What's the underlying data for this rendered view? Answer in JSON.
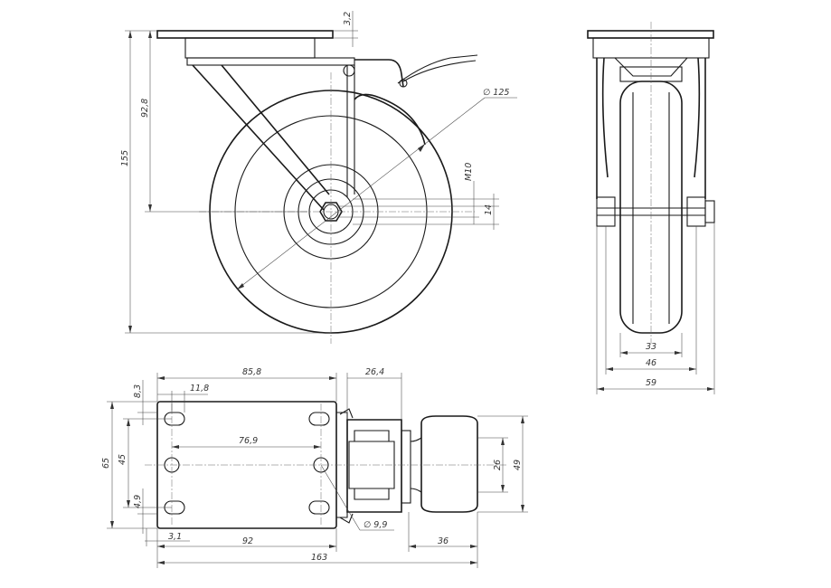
{
  "side_view": {
    "top_plate_thickness": "3,2",
    "axle_height": "92,8",
    "total_height": "155",
    "wheel_diameter": "∅ 125",
    "bolt_thread": "M10",
    "hub_width": "14"
  },
  "front_view": {
    "tread_width": "33",
    "wheel_width": "46",
    "overall_width": "59"
  },
  "plan_view": {
    "hole_edge_offset": "8,3",
    "slot_length": "11,8",
    "plate_length_holes": "85,8",
    "offset_to_wheel": "26,4",
    "hole_spacing_inner": "76,9",
    "plate_width": "65",
    "hole_spacing_y": "45",
    "slot_offset": "4,9",
    "hole_diameter": "∅ 9,9",
    "plate_edge_offset": "3,1",
    "plate_length": "92",
    "wheel_overhang": "36",
    "overall_length": "163",
    "wheel_tread_width": "26",
    "wheel_width": "49"
  },
  "colors": {
    "line": "#1a1a1a",
    "dimension": "#444444",
    "background": "#ffffff"
  }
}
